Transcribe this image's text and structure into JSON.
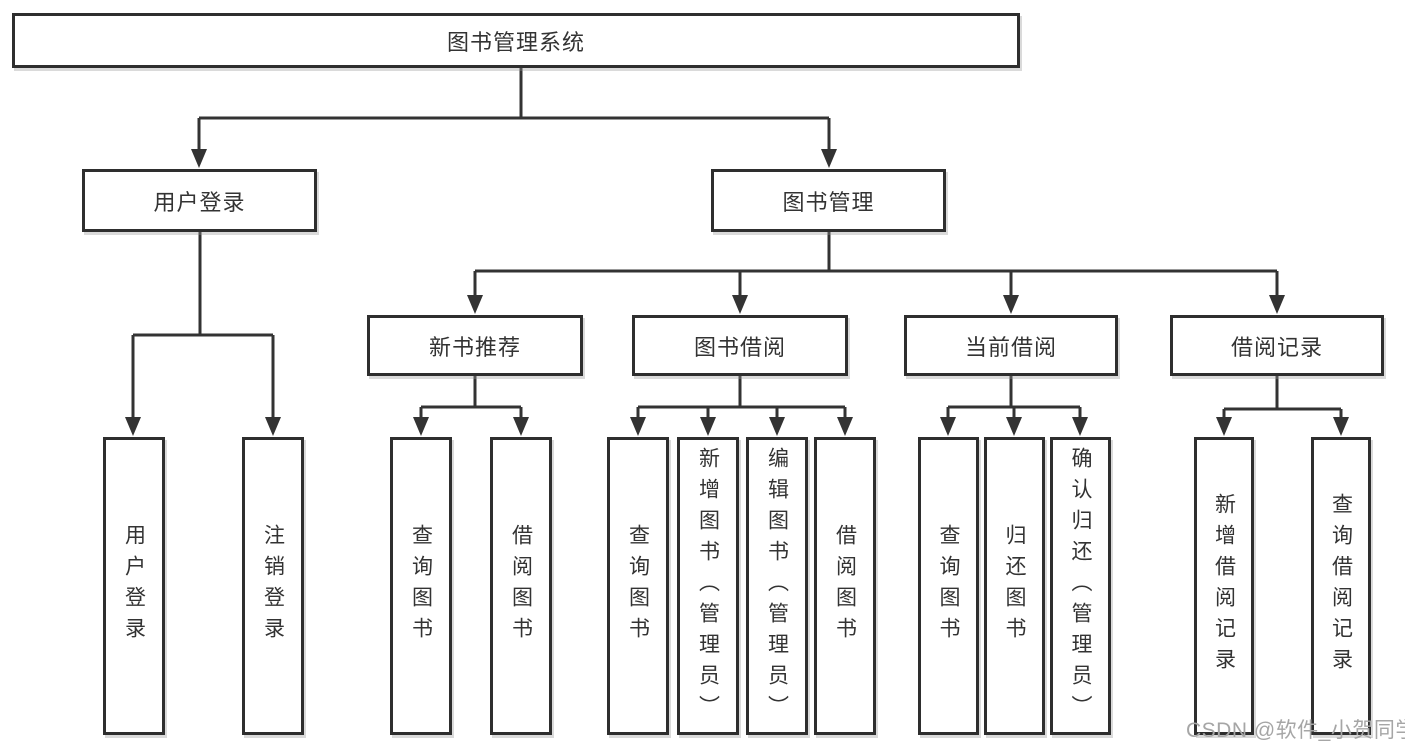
{
  "colors": {
    "line": "#333333",
    "box_border": "#2e2e2e",
    "box_fill": "#ffffff",
    "text": "#333333",
    "watermark": "#a6a6a6",
    "background": "#ffffff"
  },
  "watermark": {
    "text": "CSDN @软件_小贺同学"
  },
  "tree": {
    "label": "图书管理系统",
    "children": [
      {
        "label": "用户登录",
        "children": [
          {
            "label": "用户登录"
          },
          {
            "label": "注销登录"
          }
        ]
      },
      {
        "label": "图书管理",
        "children": [
          {
            "label": "新书推荐",
            "children": [
              {
                "label": "查询图书"
              },
              {
                "label": "借阅图书"
              }
            ]
          },
          {
            "label": "图书借阅",
            "children": [
              {
                "label": "查询图书"
              },
              {
                "label": "新增图书（管理员）"
              },
              {
                "label": "编辑图书（管理员）"
              },
              {
                "label": "借阅图书"
              }
            ]
          },
          {
            "label": "当前借阅",
            "children": [
              {
                "label": "查询图书"
              },
              {
                "label": "归还图书"
              },
              {
                "label": "确认归还（管理员）"
              }
            ]
          },
          {
            "label": "借阅记录",
            "children": [
              {
                "label": "新增借阅记录"
              },
              {
                "label": "查询借阅记录"
              }
            ]
          }
        ]
      }
    ]
  }
}
